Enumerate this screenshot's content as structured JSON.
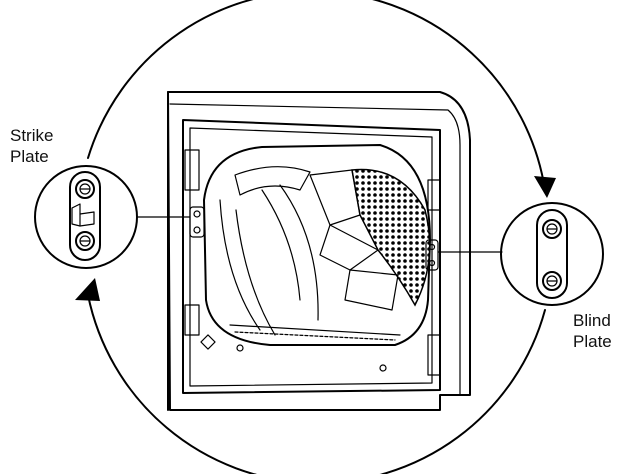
{
  "labels": {
    "strike_line1": "Strike",
    "strike_line2": "Plate",
    "blind_line1": "Blind",
    "blind_line2": "Plate"
  },
  "icons": {
    "rotation": "circular-arrow-reverse-door-swing"
  }
}
